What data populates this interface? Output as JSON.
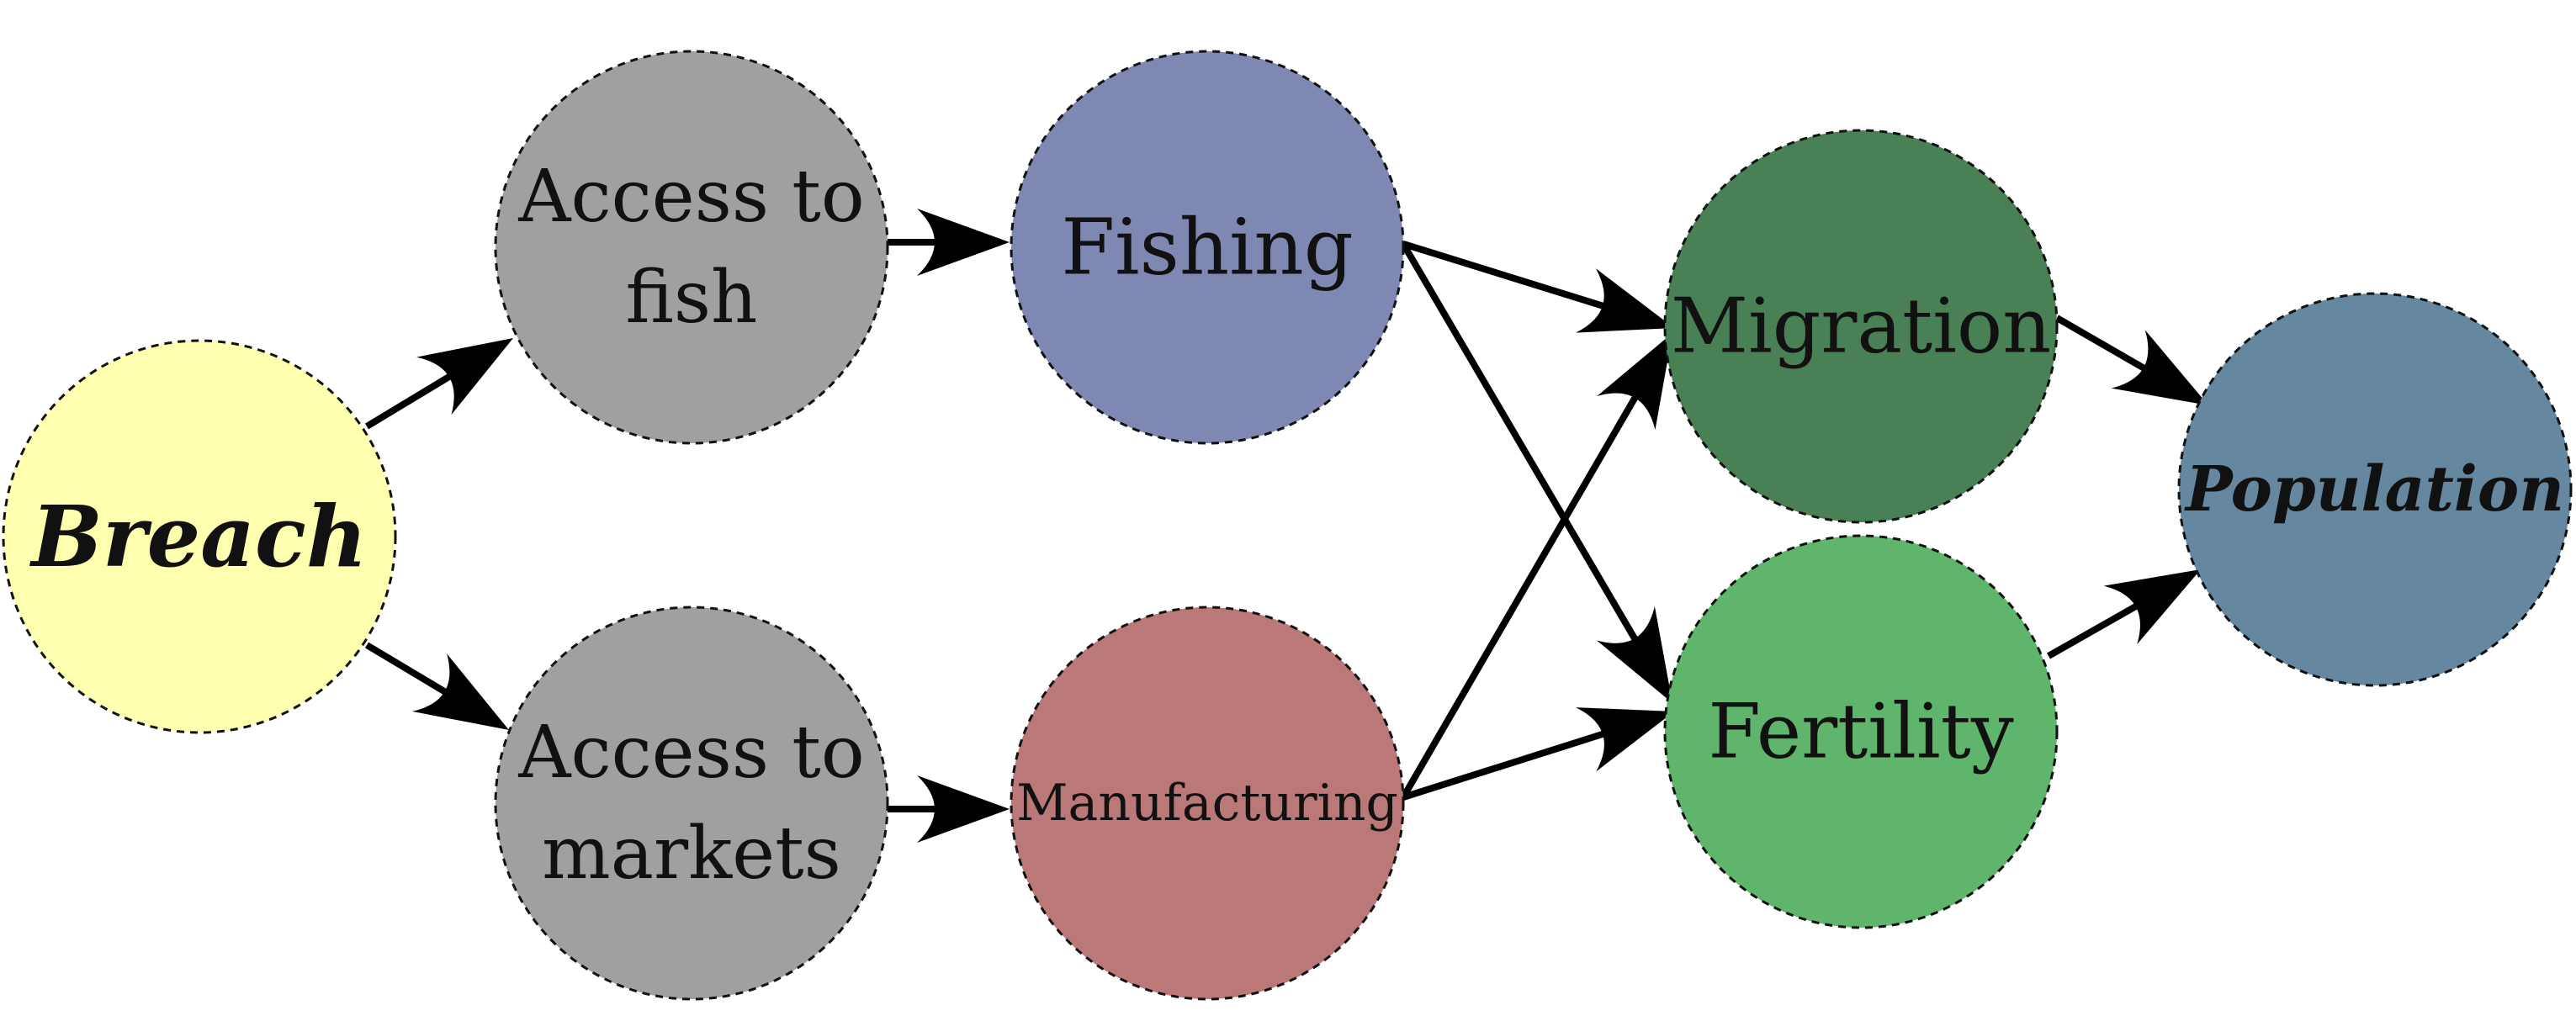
{
  "nodes": {
    "breach": {
      "lines": [
        "Breach"
      ],
      "fill": "#ffffb0",
      "bold": true,
      "italic": true
    },
    "access_fish": {
      "lines": [
        "Access to",
        "fish"
      ],
      "fill": "#a0a0a0",
      "bold": false,
      "italic": false
    },
    "access_markets": {
      "lines": [
        "Access to",
        "markets"
      ],
      "fill": "#a0a0a0",
      "bold": false,
      "italic": false
    },
    "fishing": {
      "lines": [
        "Fishing"
      ],
      "fill": "#7f88b3",
      "bold": false,
      "italic": false
    },
    "manufacturing": {
      "lines": [
        "Manufacturing"
      ],
      "fill": "#bb7878",
      "bold": false,
      "italic": false
    },
    "migration": {
      "lines": [
        "Migration"
      ],
      "fill": "#4a8055",
      "bold": false,
      "italic": false
    },
    "fertility": {
      "lines": [
        "Fertility"
      ],
      "fill": "#60b56c",
      "bold": false,
      "italic": false
    },
    "population": {
      "lines": [
        "Population"
      ],
      "fill": "#6587a0",
      "bold": true,
      "italic": true
    }
  },
  "edges": [
    {
      "from": "breach",
      "to": "access_fish"
    },
    {
      "from": "breach",
      "to": "access_markets"
    },
    {
      "from": "access_fish",
      "to": "fishing"
    },
    {
      "from": "access_markets",
      "to": "manufacturing"
    },
    {
      "from": "fishing",
      "to": "migration"
    },
    {
      "from": "fishing",
      "to": "fertility"
    },
    {
      "from": "manufacturing",
      "to": "migration"
    },
    {
      "from": "manufacturing",
      "to": "fertility"
    },
    {
      "from": "migration",
      "to": "population"
    },
    {
      "from": "fertility",
      "to": "population"
    }
  ]
}
